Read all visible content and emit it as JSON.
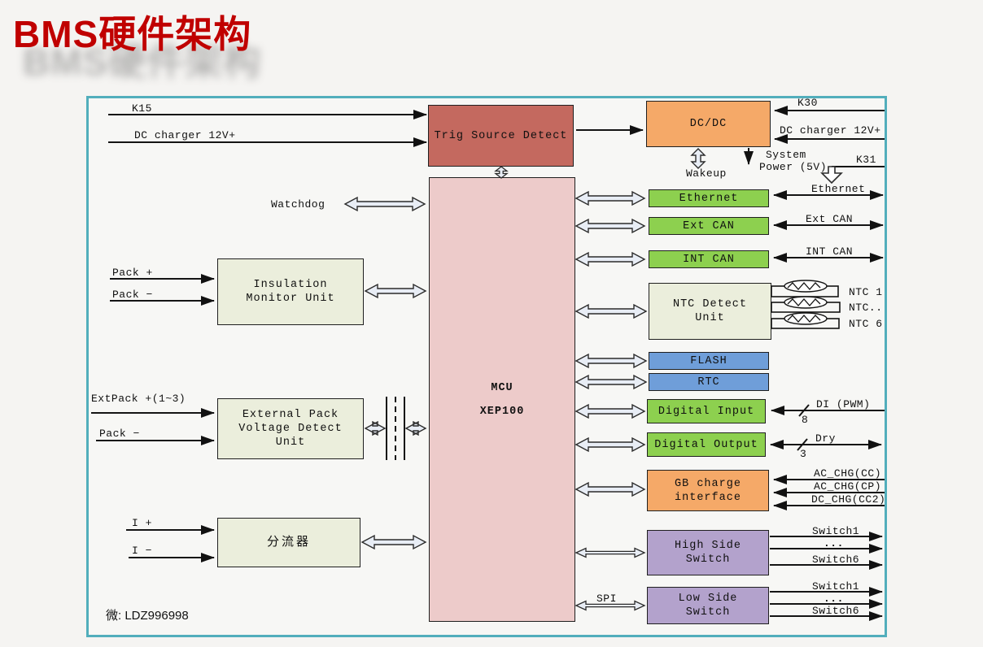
{
  "title": "BMS硬件架构",
  "watermark": "微: LDZ996998",
  "colors": {
    "title_red": "#c00000",
    "frame_border": "#52aebc",
    "block_red": "#c4695f",
    "block_orange": "#f5a968",
    "block_pink": "#edcbca",
    "block_green": "#8dd04f",
    "block_blue": "#6f9ed9",
    "block_beige": "#ebeedc",
    "block_purple": "#b3a2cc",
    "line_color": "#1a1a1a"
  },
  "blocks": {
    "trig": "Trig Source Detect",
    "dcdc": "DC/DC",
    "mcu_line1": "MCU",
    "mcu_line2": "XEP100",
    "ethernet": "Ethernet",
    "ext_can": "Ext CAN",
    "int_can": "INT CAN",
    "ntc_line1": "NTC Detect",
    "ntc_line2": "Unit",
    "flash": "FLASH",
    "rtc": "RTC",
    "digital_input": "Digital Input",
    "digital_output": "Digital Output",
    "gb_line1": "GB charge",
    "gb_line2": "interface",
    "high_side_line1": "High Side",
    "high_side_line2": "Switch",
    "low_side_line1": "Low Side",
    "low_side_line2": "Switch",
    "insulation_line1": "Insulation",
    "insulation_line2": "Monitor Unit",
    "ext_pack_line1": "External Pack",
    "ext_pack_line2": "Voltage Detect",
    "ext_pack_line3": "Unit",
    "shunt": "分流器"
  },
  "labels": {
    "k15": "K15",
    "dc_charger_left": "DC charger 12V+",
    "k30": "K30",
    "dc_charger_right": "DC charger 12V+",
    "wakeup": "Wakeup",
    "system_power_line1": "System",
    "system_power_line2": "Power (5V)",
    "k31": "K31",
    "watchdog": "Watchdog",
    "ethernet_ext": "Ethernet",
    "ext_can_ext": "Ext CAN",
    "int_can_ext": "INT CAN",
    "ntc_1": "NTC 1",
    "ntc_mid": "NTC..",
    "ntc_6": "NTC 6",
    "di_pwm": "DI (PWM)",
    "di_count": "8",
    "dry": "Dry",
    "dry_count": "3",
    "ac_chg_cc": "AC_CHG(CC)",
    "ac_chg_cp": "AC_CHG(CP)",
    "dc_chg_cc2": "DC_CHG(CC2)",
    "hs_switch1": "Switch1",
    "hs_dots": "...",
    "hs_switch6": "Switch6",
    "ls_switch1": "Switch1",
    "ls_dots": "...",
    "ls_switch6": "Switch6",
    "spi": "SPI",
    "pack_plus": "Pack +",
    "pack_minus": "Pack −",
    "ext_pack_plus": "ExtPack +(1~3)",
    "ext_pack_minus": "Pack −",
    "i_plus": "I +",
    "i_minus": "I −"
  }
}
